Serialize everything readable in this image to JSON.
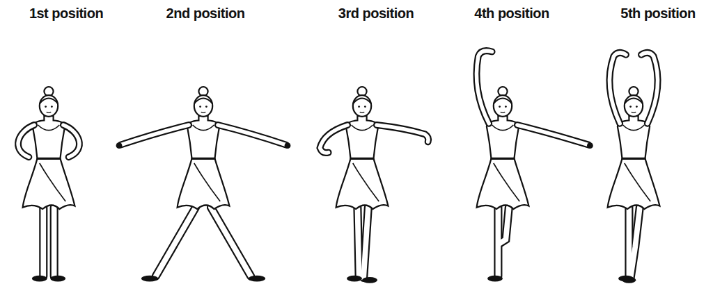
{
  "diagram": {
    "labels": [
      "1st position",
      "2nd position",
      "3rd position",
      "4th position",
      "5th position"
    ]
  }
}
